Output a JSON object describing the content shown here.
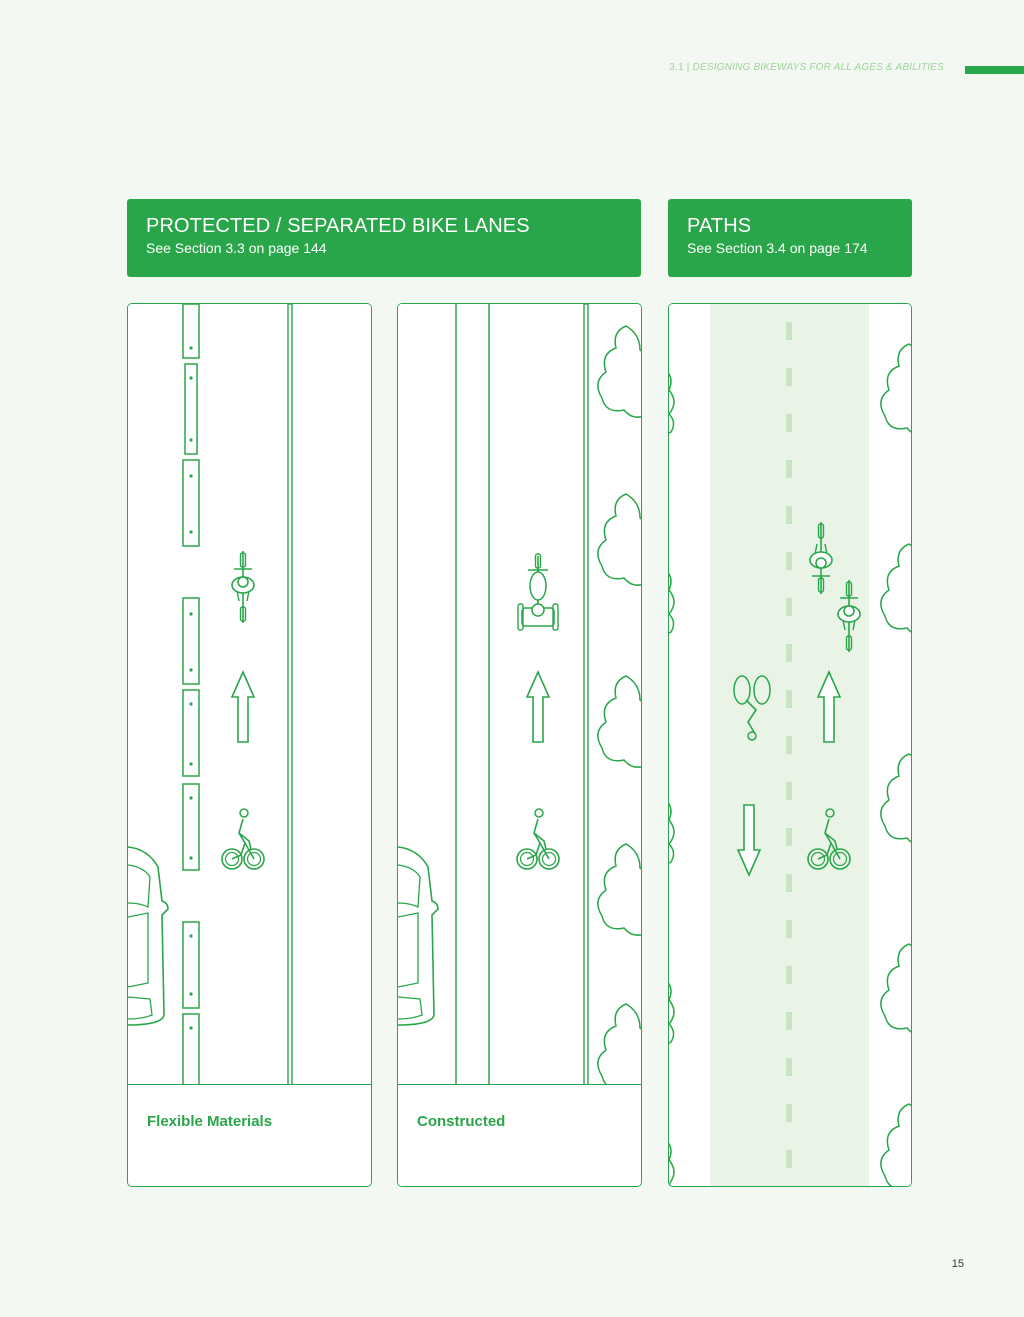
{
  "header": {
    "section": "3.1",
    "separator": "|",
    "title": "DESIGNING BIKEWAYS FOR ALL AGES & ABILITIES"
  },
  "banners": {
    "protected": {
      "title": "PROTECTED / SEPARATED BIKE LANES",
      "subtitle": "See Section 3.3 on page 144"
    },
    "paths": {
      "title": "PATHS",
      "subtitle": "See Section 3.4 on page 174"
    }
  },
  "panels": {
    "flexible": {
      "caption": "Flexible Materials"
    },
    "constructed": {
      "caption": "Constructed"
    }
  },
  "page_number": "15",
  "colors": {
    "accent": "#2aa64a",
    "background": "#f3f8f2",
    "path_fill": "#e9f4e7",
    "dash": "#c6e3c2"
  }
}
